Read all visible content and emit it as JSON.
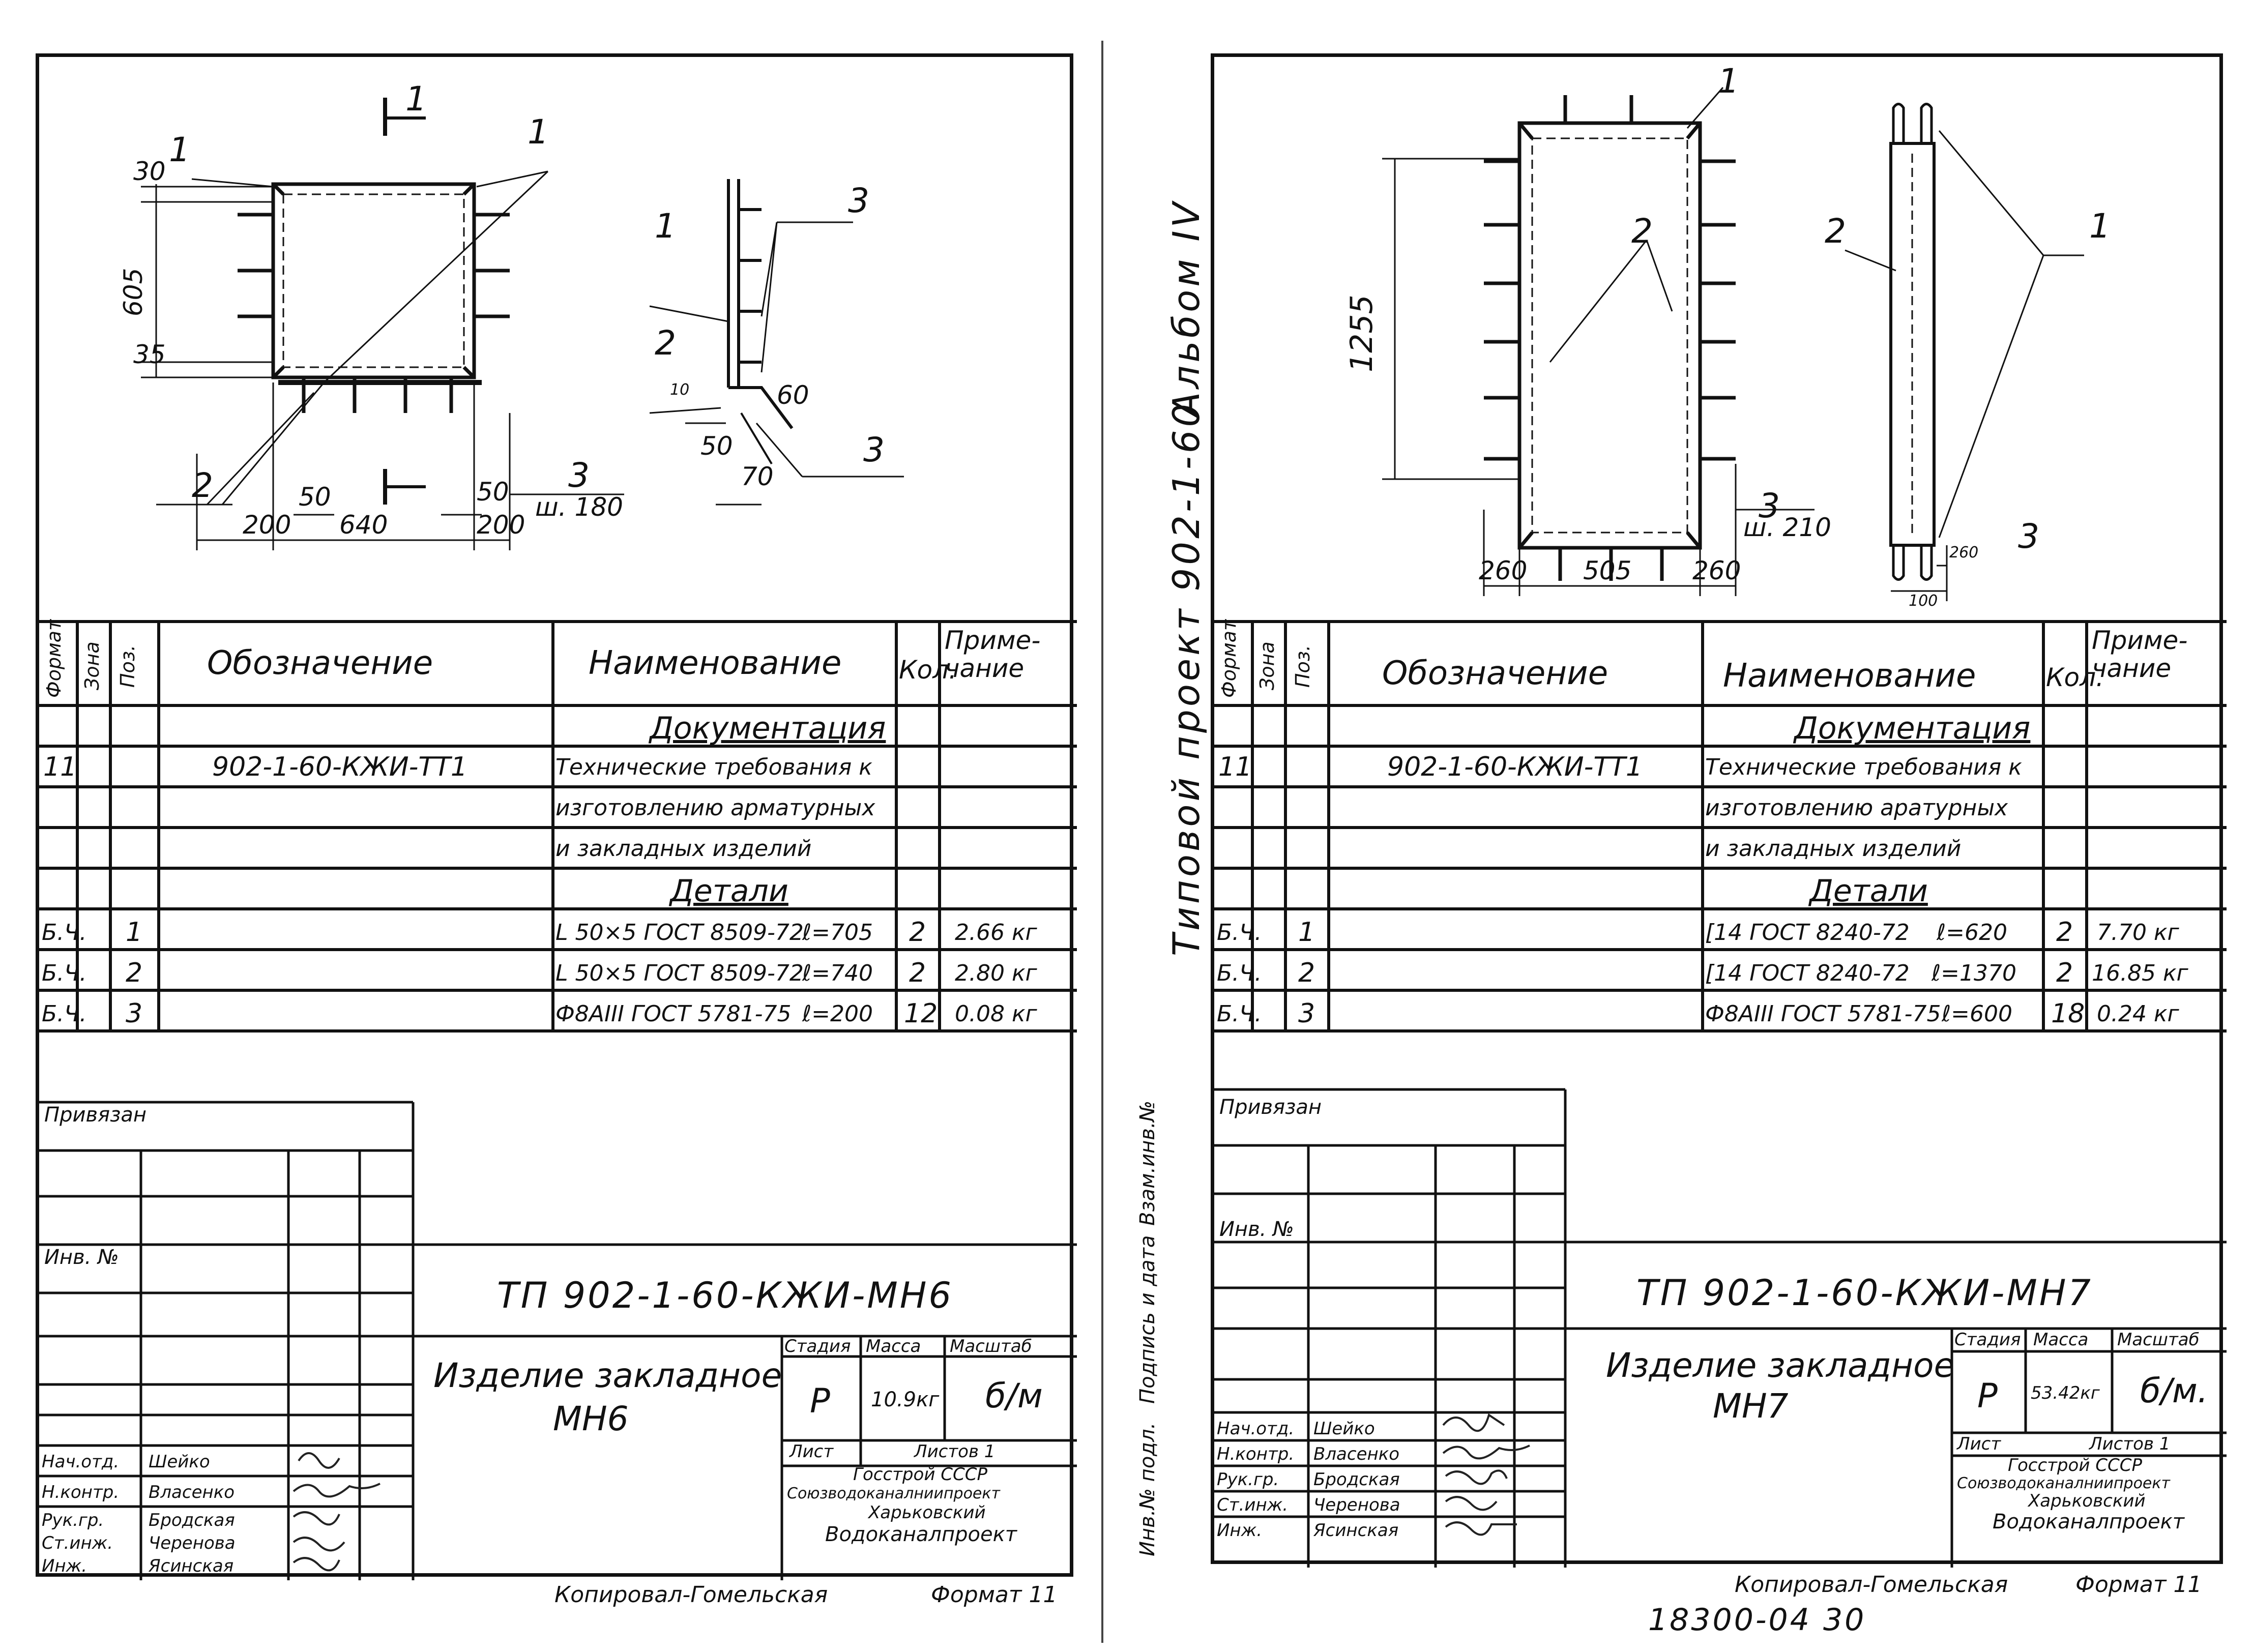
{
  "album_vertical": {
    "album": "Альбом IV",
    "project": "Типовой проект 902-1-60"
  },
  "bottom_number": "18300-04 30",
  "table_headers": {
    "format": "Формат",
    "zone": "Зона",
    "pos": "Поз.",
    "designation": "Обозначение",
    "name": "Наименование",
    "qty": "Кол.",
    "note": "Приме-чание"
  },
  "left": {
    "drawing": {
      "section_mark": "1",
      "labels": [
        "1",
        "1",
        "2",
        "3",
        "1",
        "2",
        "3",
        "3"
      ],
      "dims": {
        "d30": "30",
        "d605": "605",
        "d35": "35",
        "d50a": "50",
        "d50b": "50",
        "d200a": "200",
        "d640": "640",
        "d200b": "200",
        "w180": "ш. 180",
        "d10": "10",
        "d50c": "50",
        "d70": "70",
        "d60": "60"
      }
    },
    "spec": {
      "section_docs": "Документация",
      "section_details": "Детали",
      "doc_row": {
        "format": "11",
        "designation": "902-1-60-КЖИ-ТТ1",
        "name_lines": [
          "Технические требования к",
          "изготовлению арматурных",
          "и закладных изделий"
        ]
      },
      "rows": [
        {
          "format": "Б.Ч.",
          "pos": "1",
          "name": "L 50×5 ГОСТ 8509-72",
          "len": "ℓ=705",
          "qty": "2",
          "note": "2.66 кг"
        },
        {
          "format": "Б.Ч.",
          "pos": "2",
          "name": "L 50×5 ГОСТ 8509-72",
          "len": "ℓ=740",
          "qty": "2",
          "note": "2.80 кг"
        },
        {
          "format": "Б.Ч.",
          "pos": "3",
          "name": "Ф8АIII ГОСТ 5781-75",
          "len": "ℓ=200",
          "qty": "12",
          "note": "0.08 кг"
        }
      ]
    },
    "title_block": {
      "privyazan": "Привязан",
      "inv": "Инв. №",
      "doc_code": "ТП 902-1-60-КЖИ-МН6",
      "item_name": "Изделие закладное",
      "item_mark": "МН6",
      "stage_label": "Стадия",
      "mass_label": "Масса",
      "scale_label": "Масштаб",
      "stage": "Р",
      "mass": "10.9кг",
      "scale": "б/м",
      "sheet_label": "Лист",
      "sheets_label": "Листов 1",
      "org_lines": [
        "Госстрой СССР",
        "Союзводоканалниипроект",
        "Харьковский",
        "Водоканалпроект"
      ],
      "staff": [
        {
          "role": "Нач.отд.",
          "name": "Шейко"
        },
        {
          "role": "Н.контр.",
          "name": "Власенко"
        },
        {
          "role": "Рук.гр.",
          "name": "Бродская"
        },
        {
          "role": "Ст.инж.",
          "name": "Черенова"
        },
        {
          "role": "Инж.",
          "name": "Ясинская"
        }
      ]
    },
    "footer": {
      "copied": "Копировал-Гомельская",
      "format": "Формат 11"
    }
  },
  "right": {
    "drawing": {
      "labels": [
        "1",
        "2",
        "2",
        "1",
        "3",
        "3"
      ],
      "dims": {
        "d1255": "1255",
        "d260a": "260",
        "d505": "505",
        "d260b": "260",
        "w210": "ш. 210",
        "d260c": "260",
        "d100": "100"
      }
    },
    "spec": {
      "section_docs": "Документация",
      "section_details": "Детали",
      "doc_row": {
        "format": "11",
        "designation": "902-1-60-КЖИ-ТТ1",
        "name_lines": [
          "Технические требования к",
          "изготовлению аратурных",
          "и закладных изделий"
        ]
      },
      "rows": [
        {
          "format": "Б.Ч.",
          "pos": "1",
          "name": "[14 ГОСТ 8240-72",
          "len": "ℓ=620",
          "qty": "2",
          "note": "7.70 кг"
        },
        {
          "format": "Б.Ч.",
          "pos": "2",
          "name": "[14 ГОСТ 8240-72",
          "len": "ℓ=1370",
          "qty": "2",
          "note": "16.85 кг"
        },
        {
          "format": "Б.Ч.",
          "pos": "3",
          "name": "Ф8АIII ГОСТ 5781-75",
          "len": "ℓ=600",
          "qty": "18",
          "note": "0.24 кг"
        }
      ]
    },
    "side_labels": [
      "Взам.инв.№",
      "Подпись и дата",
      "Инв.№ подл."
    ],
    "title_block": {
      "privyazan": "Привязан",
      "inv": "Инв. №",
      "doc_code": "ТП 902-1-60-КЖИ-МН7",
      "item_name": "Изделие закладное",
      "item_mark": "МН7",
      "stage_label": "Стадия",
      "mass_label": "Масса",
      "scale_label": "Масштаб",
      "stage": "Р",
      "mass": "53.42кг",
      "scale": "б/м.",
      "sheet_label": "Лист",
      "sheets_label": "Листов 1",
      "org_lines": [
        "Госстрой СССР",
        "Союзводоканалниипроект",
        "Харьковский",
        "Водоканалпроект"
      ],
      "staff": [
        {
          "role": "Нач.отд.",
          "name": "Шейко"
        },
        {
          "role": "Н.контр.",
          "name": "Власенко"
        },
        {
          "role": "Рук.гр.",
          "name": "Бродская"
        },
        {
          "role": "Ст.инж.",
          "name": "Черенова"
        },
        {
          "role": "Инж.",
          "name": "Ясинская"
        }
      ]
    },
    "footer": {
      "copied": "Копировал-Гомельская",
      "format": "Формат 11"
    }
  }
}
